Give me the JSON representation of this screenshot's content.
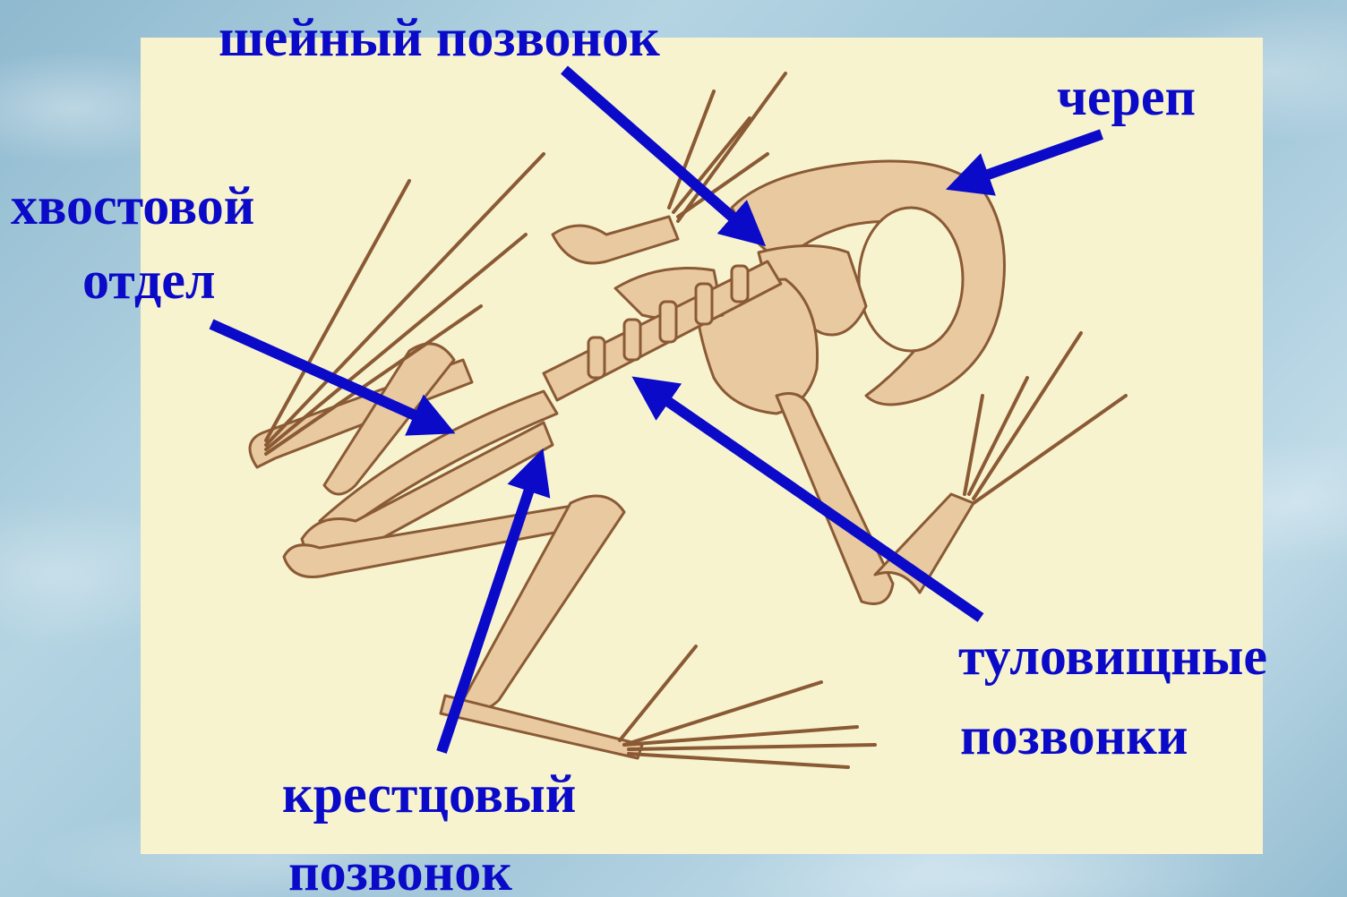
{
  "labels": {
    "neck_vertebra": "шейный позвонок",
    "skull": "череп",
    "tail_section_line1": "хвостовой",
    "tail_section_line2": "отдел",
    "trunk_vertebrae_line1": "туловищные",
    "trunk_vertebrae_line2": "позвонки",
    "sacral_vertebra_line1": "крестцовый",
    "sacral_vertebra_line2": "позвонок"
  },
  "colors": {
    "label_text": "#0a0ac8",
    "arrow": "#0a0ac8",
    "panel_background": "#f8f3cf",
    "bone_fill": "#e8c9a0",
    "bone_stroke": "#8a5a35"
  },
  "illustration": "frog-skeleton"
}
